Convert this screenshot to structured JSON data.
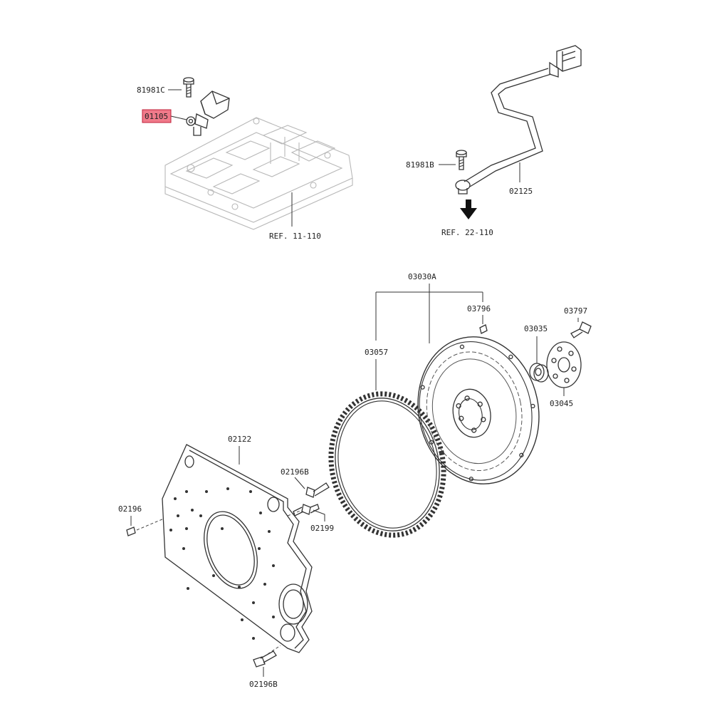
{
  "labels": {
    "p81981c": "81981C",
    "p01105": "01105",
    "ref11": "REF. 11-110",
    "p81981b": "81981B",
    "p02125": "02125",
    "ref22": "REF. 22-110",
    "p03030a": "03030A",
    "p03796": "03796",
    "p03057": "03057",
    "p03035": "03035",
    "p03797": "03797",
    "p03045": "03045",
    "p02122": "02122",
    "p02196b_top": "02196B",
    "p02196": "02196",
    "p02199": "02199",
    "p02196b_bot": "02196B"
  },
  "highlight": {
    "part": "01105",
    "color": "#f07a8a",
    "border": "#c0203a"
  },
  "colors": {
    "line": "#333333",
    "ghost": "#b8b8b8",
    "arrow": "#111111"
  }
}
